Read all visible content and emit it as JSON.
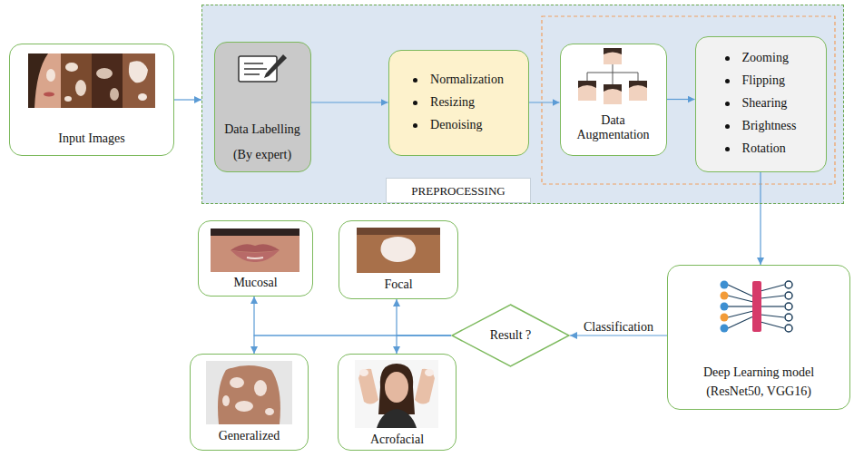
{
  "diagram": {
    "nodes": [
      {
        "text": [
          "Input Images"
        ]
      },
      {
        "text": [
          "PREPROCESSING"
        ]
      },
      {
        "text": [
          "Data Labelling",
          "(By expert)"
        ],
        "in": 1
      },
      {
        "text": [
          "Normalization",
          "Resizing",
          "Denoising"
        ],
        "in": 1
      },
      {
        "text": [
          "Data Augmentation"
        ],
        "in": 1
      },
      {
        "text": [
          "Zooming",
          "Flipping",
          "Shearing",
          "Brightness",
          "Rotation"
        ],
        "in": 1
      },
      {
        "text": [
          "Deep Learning model",
          "(ResNet50, VGG16)"
        ]
      },
      {
        "text": [
          "Result ?"
        ]
      },
      {
        "text": [
          "Mucosal"
        ]
      },
      {
        "text": [
          "Focal"
        ]
      },
      {
        "text": [
          "Generalized"
        ]
      },
      {
        "text": [
          "Acrofacial"
        ]
      }
    ],
    "edges": [
      {
        "from": 0,
        "to": 1,
        "arrow": "to"
      },
      {
        "from": 2,
        "to": 3,
        "arrow": "to"
      },
      {
        "from": 3,
        "to": 4,
        "arrow": "to"
      },
      {
        "from": 4,
        "to": 5,
        "arrow": "to"
      },
      {
        "from": 5,
        "to": 6,
        "arrow": "to"
      },
      {
        "from": 6,
        "to": 7,
        "arrow": "to",
        "label": "Classification"
      },
      {
        "from": 7,
        "to": 8,
        "arrow": "to"
      },
      {
        "from": 7,
        "to": 9,
        "arrow": "to"
      },
      {
        "from": 7,
        "to": 10,
        "arrow": "to"
      },
      {
        "from": 7,
        "to": 11,
        "arrow": "to"
      }
    ]
  }
}
